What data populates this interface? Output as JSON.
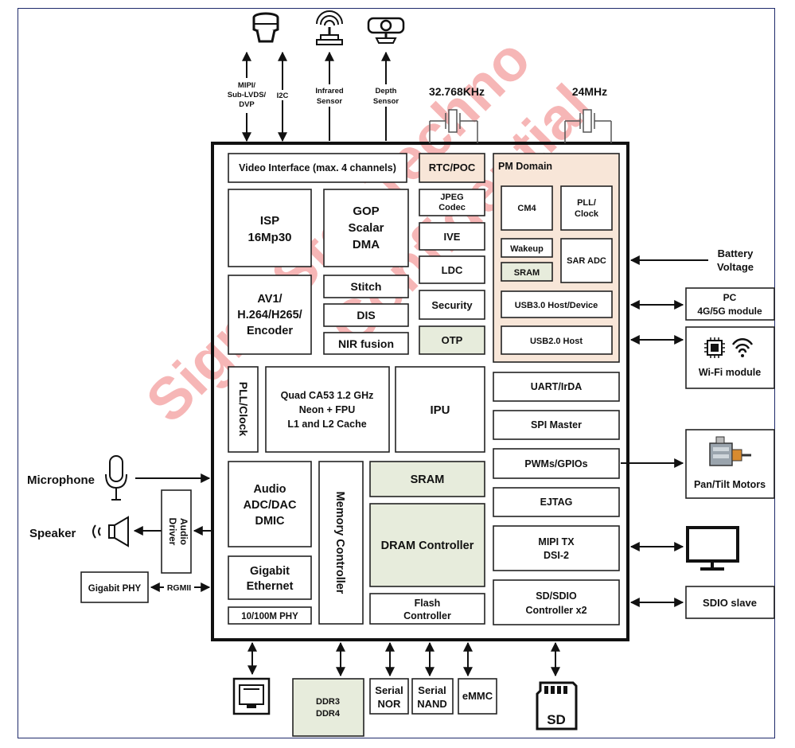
{
  "video_interface": "Video Interface (max. 4 channels)",
  "rtc_poc": "RTC/POC",
  "pm_domain": "PM Domain",
  "isp": [
    "ISP",
    "16Mp30"
  ],
  "gop": [
    "GOP",
    "Scalar",
    "DMA"
  ],
  "jpeg": [
    "JPEG",
    "Codec"
  ],
  "ive": "IVE",
  "ldc": "LDC",
  "security": "Security",
  "otp": "OTP",
  "stitch": "Stitch",
  "dis": "DIS",
  "nir_fusion": "NIR fusion",
  "encoder": [
    "AV1/",
    "H.264/H265/",
    "Encoder"
  ],
  "cm4": "CM4",
  "pll_clock_pm": [
    "PLL/",
    "Clock"
  ],
  "wakeup": "Wakeup",
  "sram_pm": "SRAM",
  "sar_adc": "SAR ADC",
  "usb3": "USB3.0 Host/Device",
  "usb2": "USB2.0 Host",
  "pll_clock_v": "PLL/Clock",
  "cpu": [
    "Quad CA53 1.2 GHz",
    "Neon + FPU",
    "L1 and L2 Cache"
  ],
  "ipu": "IPU",
  "uart": "UART/IrDA",
  "spi": "SPI Master",
  "pwm": "PWMs/GPIOs",
  "ejtag": "EJTAG",
  "mipi_tx": [
    "MIPI TX",
    "DSI-2"
  ],
  "sdio_ctrl": [
    "SD/SDIO",
    "Controller x2"
  ],
  "audio": [
    "Audio",
    "ADC/DAC",
    "DMIC"
  ],
  "memory_controller": "Memory Controller",
  "sram_main": "SRAM",
  "dram_controller": "DRAM Controller",
  "gigabit_ethernet": [
    "Gigabit",
    "Ethernet"
  ],
  "phy_100m": "10/100M PHY",
  "flash_controller": [
    "Flash",
    "Controller"
  ],
  "top": {
    "mipi_label": [
      "MIPI/",
      "Sub-LVDS/",
      "DVP"
    ],
    "i2c_label": "I2C",
    "infrared_label": [
      "Infrared",
      "Sensor"
    ],
    "depth_label": [
      "Depth",
      "Sensor"
    ],
    "crystal_rtc": "32.768KHz",
    "crystal_main": "24MHz"
  },
  "right": {
    "battery": [
      "Battery",
      "Voltage"
    ],
    "pc_module": [
      "PC",
      "4G/5G module"
    ],
    "wifi_module": "Wi-Fi module",
    "pan_tilt": "Pan/Tilt Motors",
    "sdio_slave": "SDIO slave"
  },
  "left": {
    "microphone": "Microphone",
    "speaker": "Speaker",
    "audio_driver": [
      "Audio",
      "Driver"
    ],
    "gigabit_phy": "Gigabit PHY",
    "rgmii": "RGMII"
  },
  "bottom": {
    "ddr": [
      "DDR3",
      "DDR4"
    ],
    "serial_nor": [
      "Serial",
      "NOR"
    ],
    "serial_nand": [
      "Serial",
      "NAND"
    ],
    "emmc": "eMMC",
    "sd": "SD"
  },
  "watermark": [
    "SigmaStar Techno",
    "Confidential"
  ],
  "colors": {
    "green_block": "#e7ecdc",
    "pm_block": "#f8e6d8",
    "frame": "#1f2a6b",
    "watermark": "#e73e3e"
  },
  "icons": [
    "camera-module-icon",
    "infrared-sensor-icon",
    "depth-sensor-icon",
    "crystal-icon",
    "microphone-icon",
    "speaker-icon",
    "ethernet-port-icon",
    "sd-card-icon",
    "chip-icon",
    "wifi-icon",
    "motor-icon",
    "monitor-icon"
  ]
}
